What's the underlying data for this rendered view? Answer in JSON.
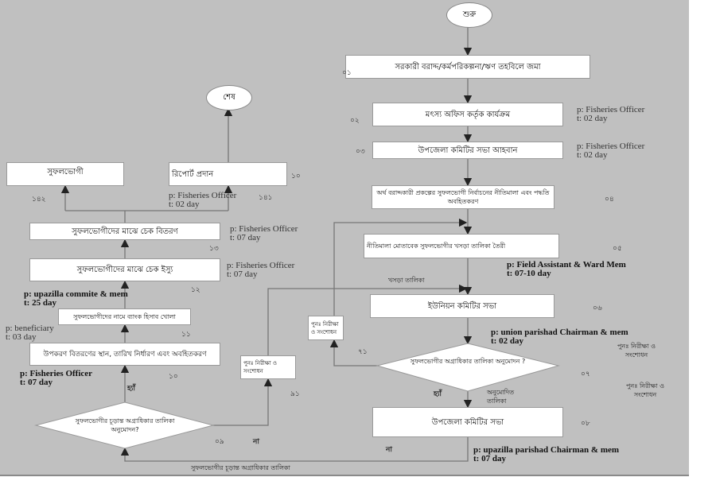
{
  "start": "শুরু",
  "end": "শেষ",
  "steps": [
    {
      "num": "০১",
      "text": "সরকারী বরাদ্দ/কর্মপরিকল্পনা/ঋণ তহবিলে জমা"
    },
    {
      "num": "০২",
      "text": "মৎস্য অফিস কর্তৃক কার্যক্রম",
      "p": "p: Fisheries Officer",
      "t": "t: 02 day"
    },
    {
      "num": "০৩",
      "text": "উপজেলা কমিটির সভা আহবান",
      "p": "p: Fisheries Officer",
      "t": "t: 02 day"
    },
    {
      "num": "০৪",
      "text": "অর্থ বরাদ্দকারী প্রকল্পের সুফলভোগী নির্বাচনের নীতিমালা এবং পদ্ধতি অবহিতকরণ"
    },
    {
      "num": "০৫",
      "text": "নীতিমালা মোতাবেক সুফলভোগীর খসড়া তালিকা তৈরী",
      "p": "p: Field Assistant & Ward Mem",
      "t": "t: 07-10 day"
    },
    {
      "num": "০৬",
      "text": "ইউনিয়ন কমিটির সভা",
      "p": "p: union parishad Chairman & mem",
      "t": "t: 02 day"
    },
    {
      "num": "০৭",
      "text": "সুফলভোগীর অগ্রাধিকার তালিকা অনুমোদন ?"
    },
    {
      "num": "০৮",
      "text": "উপজেলা কমিটির সভা",
      "p": "p: upazilla parishad Chairman & mem",
      "t": "t: 07 day"
    },
    {
      "num": "০৯",
      "text": "সুফলভোগীর চূড়ান্ত অগ্রাধিকার তালিকা অনুমোদন?"
    },
    {
      "num": "১০",
      "text": "উপকরণ বিতরণের স্থান, তারিখ নির্ধারণ এবং অবহিতকরণ",
      "p": "p: Fisheries Officer",
      "t": "t: 07 day"
    },
    {
      "num": "১১",
      "text": "সুফলভোগীদের নামে ব্যাংক হিসাব খোলা",
      "p": "p: beneficiary",
      "t": "t: 03 day"
    },
    {
      "num": "১২",
      "text": "সুফলভোগীদের মাঝে চেক ইস্যু",
      "p": "p: Fisheries Officer",
      "t": "t: 07 day",
      "p2": "p: upazilla commite & mem",
      "t2": "t: 25 day"
    },
    {
      "num": "১৩",
      "text": "সুফলভোগীদের মাঝে চেক বিতরণ",
      "p": "p: Fisheries Officer",
      "t": "t: 07 day"
    },
    {
      "num": "১৪১",
      "text": "রিপোর্ট প্রদান",
      "num2": "১০",
      "p": "p: Fisheries Officer",
      "t": "t: 02 day"
    },
    {
      "num": "১৪২",
      "text": "সুফলভোগী"
    }
  ],
  "labels": {
    "draft_list": "খসড়া তালিকা",
    "recheck": "পুনঃ নিরীক্ষা ও সংশোধন",
    "yes": "হ্যাঁ",
    "no": "না",
    "approved_list": "অনুমোদিত তালিকা",
    "final_list": "সুফলভোগীর চূড়ান্ত অগ্রাধিকার তালিকা",
    "n71": "৭১",
    "n91": "৯১"
  }
}
